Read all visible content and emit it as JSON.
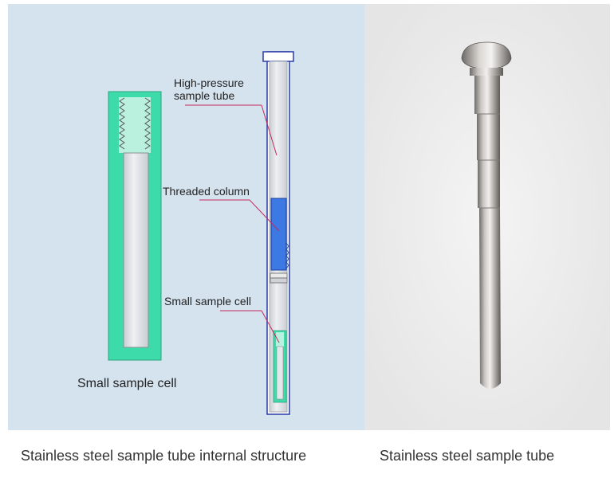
{
  "diagram": {
    "labels": {
      "high_pressure_line1": "High-pressure",
      "high_pressure_line2": "sample tube",
      "threaded_column": "Threaded column",
      "small_cell_callout": "Small sample cell",
      "small_cell_title": "Small sample cell"
    },
    "colors": {
      "panel_left": "#d5e3ef",
      "panel_right": "#e7e7e7",
      "cell_green": "#3ddba9",
      "cell_thread": "#b9f0de",
      "tube_gray": "#d9dee3",
      "column_blue": "#3c79e2",
      "leader_pink": "#c42a5d"
    }
  },
  "captions": {
    "left": "Stainless steel sample tube internal structure",
    "right": "Stainless steel sample tube"
  }
}
